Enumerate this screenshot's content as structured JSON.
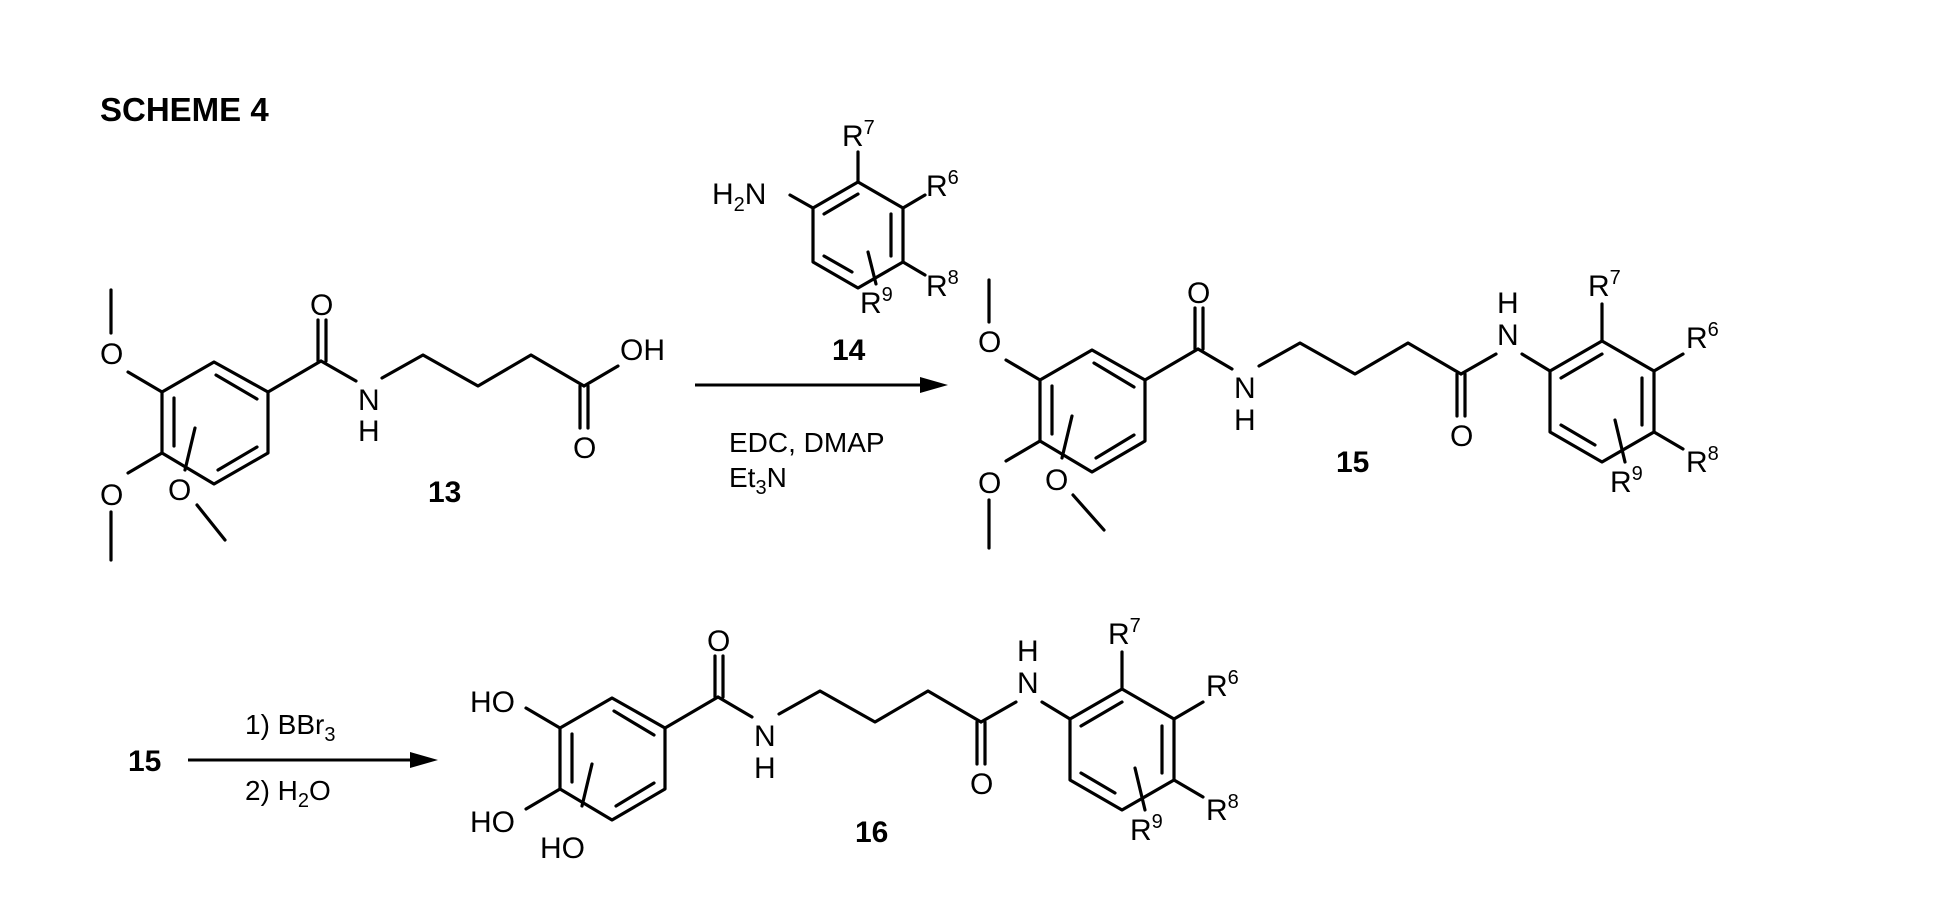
{
  "title": "SCHEME 4",
  "compounds": {
    "c13": {
      "label": "13",
      "substituents": {
        "methoxy_O": "O",
        "amide_O": "O",
        "amide_N": "N",
        "amide_H": "H",
        "acid_O": "O",
        "acid_OH": "OH"
      }
    },
    "c14": {
      "label": "14",
      "amine": "H₂N",
      "amine_H": "H",
      "amine_sub": "2",
      "amine_N": "N",
      "r6": "R",
      "r6_sup": "6",
      "r7": "R",
      "r7_sup": "7",
      "r8": "R",
      "r8_sup": "8",
      "r9": "R",
      "r9_sup": "9"
    },
    "c15": {
      "label": "15",
      "methoxy_O": "O",
      "amide_O": "O",
      "amide_N": "N",
      "amide_H": "H",
      "anilide_H": "H",
      "anilide_N": "N",
      "anilide_O": "O",
      "r6": "R",
      "r6_sup": "6",
      "r7": "R",
      "r7_sup": "7",
      "r8": "R",
      "r8_sup": "8",
      "r9": "R",
      "r9_sup": "9"
    },
    "c16": {
      "label": "16",
      "hydroxy": "HO",
      "amide_O": "O",
      "amide_N": "N",
      "amide_H": "H",
      "anilide_H": "H",
      "anilide_N": "N",
      "anilide_O": "O",
      "r6": "R",
      "r6_sup": "6",
      "r7": "R",
      "r7_sup": "7",
      "r8": "R",
      "r8_sup": "8",
      "r9": "R",
      "r9_sup": "9"
    }
  },
  "reactions": [
    {
      "reagent_above": "14",
      "conditions": [
        "EDC, DMAP",
        "Et₃N"
      ],
      "cond_line1": "EDC, DMAP",
      "cond_line2_a": "Et",
      "cond_line2_sub": "3",
      "cond_line2_b": "N"
    },
    {
      "start_label": "15",
      "step1_a": "1) BBr",
      "step1_sub": "3",
      "step2_a": "2) H",
      "step2_sub": "2",
      "step2_b": "O"
    }
  ]
}
